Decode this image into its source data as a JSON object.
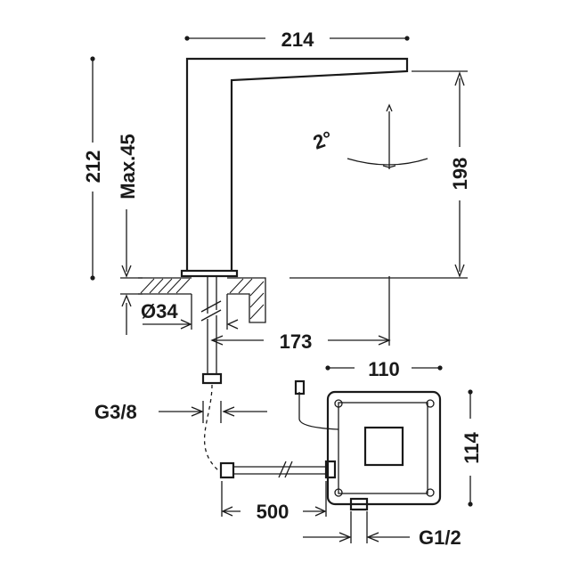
{
  "dimensions": {
    "spout_reach": "214",
    "total_height": "212",
    "deck_thickness": "Max.45",
    "spout_height": "198",
    "spout_angle": "2°",
    "hole_diameter": "Ø34",
    "sensor_offset": "173",
    "box_width": "110",
    "box_height": "114",
    "supply_thread": "G3/8",
    "hose_length": "500",
    "inlet_thread": "G1/2"
  },
  "colors": {
    "line": "#1a1a1a",
    "background": "#ffffff"
  }
}
